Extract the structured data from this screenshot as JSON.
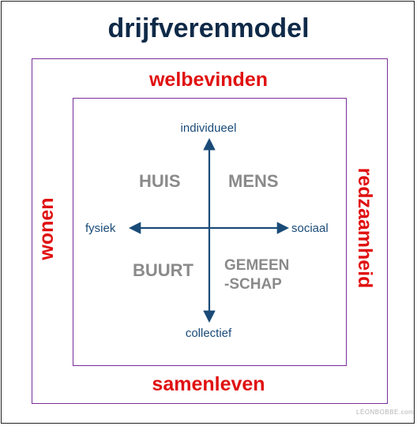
{
  "title": "drijfverenmodel",
  "outer_labels": {
    "top": "welbevinden",
    "bottom": "samenleven",
    "left": "wonen",
    "right": "redzaamheid"
  },
  "axis_labels": {
    "top": "individueel",
    "bottom": "collectief",
    "left": "fysiek",
    "right": "sociaal"
  },
  "quadrants": {
    "top_left": "HUIS",
    "top_right": "MENS",
    "bottom_left": "BUURT",
    "bottom_right": "GEMEEN\n-SCHAP"
  },
  "credit": "LÉONBOBBE.com",
  "colors": {
    "title": "#0f2a48",
    "frame": "#7a2e9a",
    "outer_label": "#e01010",
    "axis": "#1a4b78",
    "quadrant": "#8a8a8a"
  }
}
